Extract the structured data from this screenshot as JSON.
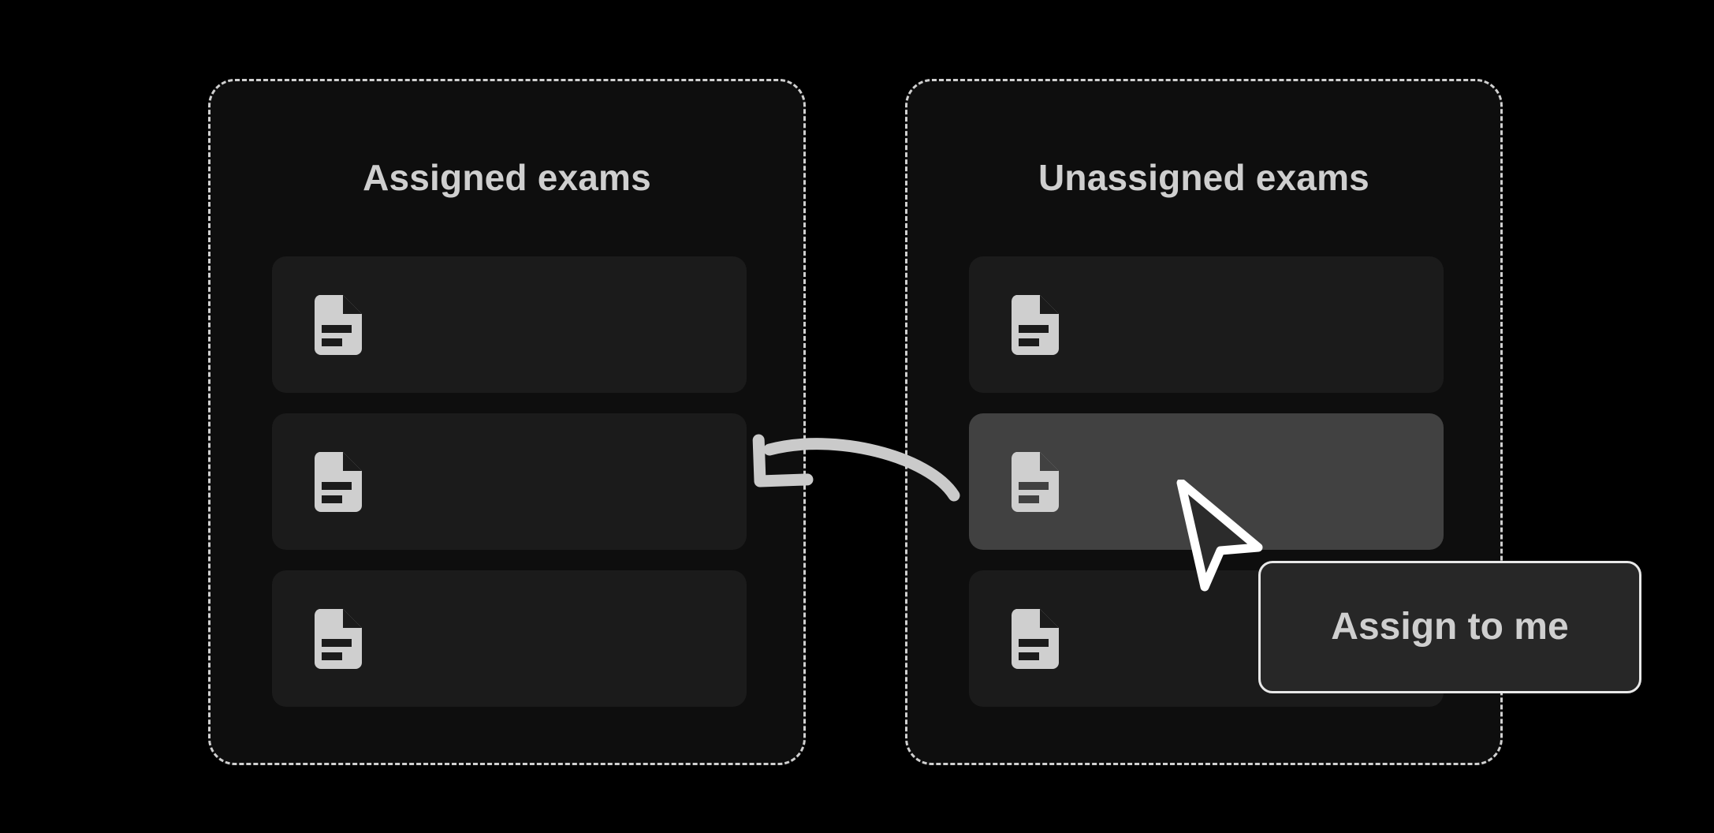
{
  "background_color": "#000000",
  "panels": [
    {
      "id": "assigned",
      "title": "Assigned exams",
      "border_style": "dashed",
      "border_color": "#d0d0d0",
      "background": "#0e0e0e",
      "cards": [
        {
          "icon": "document-icon",
          "state": "normal"
        },
        {
          "icon": "document-icon",
          "state": "normal"
        },
        {
          "icon": "document-icon",
          "state": "normal"
        }
      ]
    },
    {
      "id": "unassigned",
      "title": "Unassigned exams",
      "border_style": "dashed",
      "border_color": "#d0d0d0",
      "background": "#0e0e0e",
      "cards": [
        {
          "icon": "document-icon",
          "state": "normal"
        },
        {
          "icon": "document-icon",
          "state": "hovered"
        },
        {
          "icon": "document-icon",
          "state": "normal"
        }
      ]
    }
  ],
  "annotations": {
    "drag_arrow": {
      "name": "curved-drag-arrow",
      "direction": "right-to-left",
      "color": "#cccccc"
    },
    "cursor": {
      "name": "mouse-cursor",
      "fill": "#2b2b2b",
      "outline": "#ffffff"
    }
  },
  "tooltip": {
    "label": "Assign to me",
    "background": "#272727",
    "border_color": "#e8e8e8",
    "text_color": "#cfcfcf"
  },
  "card_colors": {
    "normal": "#1b1b1b",
    "hovered": "#414141",
    "icon": "#cfcfcf"
  }
}
